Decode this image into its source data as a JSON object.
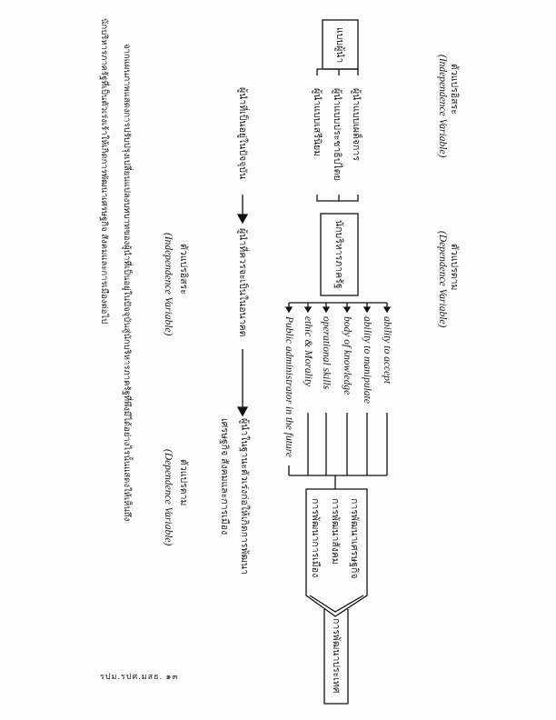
{
  "top_labels": {
    "independent_th": "ตัวแปรอิสระ",
    "independent_en": "(Independence Variable)",
    "dependent_th": "ตัวแปรตาม",
    "dependent_en": "(Dependence Variable)"
  },
  "diagram": {
    "leader_box": "แบบผู้นำ",
    "leader_types": [
      "ผู้นำแบบเผด็จการ",
      "ผู้นำแบบประชาธิปไตย",
      "ผู้นำแบบเสรีนิยม"
    ],
    "admin_box": "นักบริหารภาครัฐ",
    "attributes": [
      "ability to accept",
      "ability to manipulate",
      "body of knowledge",
      "operational skills",
      "ethic & Morality",
      "Public administrator in the future"
    ],
    "development_box": [
      "การพัฒนาเศรษฐกิจ",
      "การพัฒนาสังคม",
      "การพัฒนาการเมือง"
    ],
    "outcome_box": "การพัฒนาประเทศ"
  },
  "flow": {
    "step1": "ผู้นำที่เป็นอยู่ในปัจจุบัน",
    "step2": "ผู้นำที่ควรจะเป็นในอนาคต",
    "step3_line1": "ผู้นำในฐานะตัวเร่งก่อให้เกิดการพัฒนา",
    "step3_line2": "เศรษฐกิจ สังคมและการเมือง"
  },
  "bottom_labels": {
    "independent_th": "ตัวแปรอิสระ",
    "independent_en": "(Independence Variable)",
    "dependent_th": "ตัวแปรตาม",
    "dependent_en": "(Dependence Variable)"
  },
  "paragraph": {
    "line1": "จากแผนภาพแสดงการปรับปรุงเปลี่ยนแปลงบทบาทของผู้นำที่เป็นอยู่ในปัจจุบันสู่นักบริหารภาครัฐที่พึงมีได้อย่างไรนั้นแสดงให้เห็นถึง",
    "line2": "นักบริหารภาครัฐที่เป็นตัวเร่งเร้าให้เกิดการพัฒนาเศรษฐกิจ สังคมและการเมืองต่อไป"
  },
  "footer": "รปม.รปศ.มสธ. ๑๓"
}
